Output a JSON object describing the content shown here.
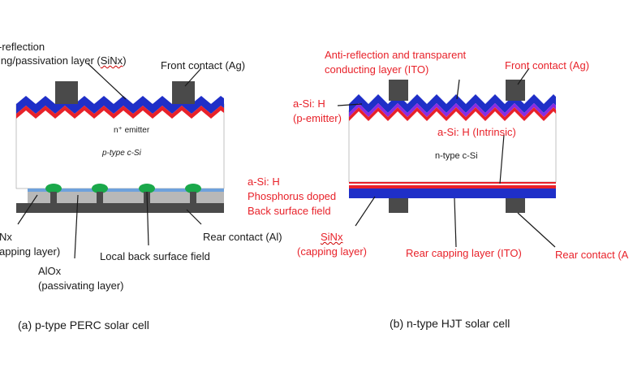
{
  "colors": {
    "blue_layer": "#1f2fc8",
    "red_layer": "#e8222a",
    "purple_layer": "#8a2be2",
    "dark_gray": "#4a4a4a",
    "light_blue": "#6fa2dc",
    "green_bump": "#1aa84a",
    "label_red": "#e8222a",
    "label_black": "#1a1a1a"
  },
  "left_cell": {
    "labels": {
      "arc_line1": "-reflection",
      "arc_line2_prefix": "ing/passivation layer (",
      "arc_line2_sinx": "SiNx",
      "arc_line2_suffix": ")",
      "front_contact": "Front contact (Ag)",
      "emitter": "n⁺ emitter",
      "bulk": "p-type c-Si",
      "capping_line1": "Nx",
      "capping_line2": "apping layer)",
      "alox_line1": "AlOx",
      "alox_line2": "(passivating layer)",
      "bsf": "Local back surface field",
      "rear_contact": "Rear contact (Al)"
    },
    "caption": "(a) p-type PERC solar cell"
  },
  "right_cell": {
    "labels": {
      "ito_line1": "Anti-reflection and transparent",
      "ito_line2": "conducting layer (ITO)",
      "front_contact": "Front contact (Ag)",
      "asi_p_line1": "a-Si: H",
      "asi_p_line2": "(p-emitter)",
      "asi_i": "a-Si: H (Intrinsic)",
      "bulk": "n-type  c-Si",
      "asi_n_line1": "a-Si: H",
      "asi_n_line2": "Phosphorus doped",
      "asi_n_line3": "Back surface field",
      "sinx_line1": "SiNx",
      "sinx_line2": "(capping layer)",
      "rear_ito": "Rear capping layer (ITO)",
      "rear_contact": "Rear contact (A"
    },
    "caption": "(b) n-type HJT solar cell"
  }
}
